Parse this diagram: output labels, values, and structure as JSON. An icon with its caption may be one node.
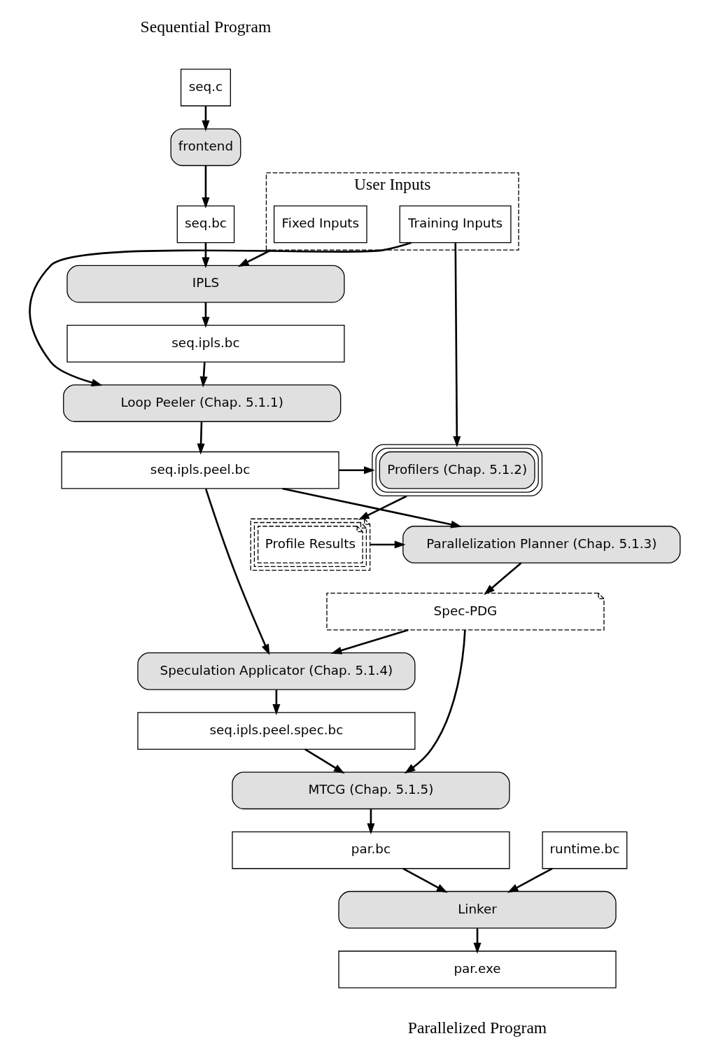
{
  "diagram": {
    "nodes": [
      {
        "text": [
          "seq.c"
        ]
      },
      {
        "text": [
          "frontend"
        ]
      },
      {
        "text": [
          "seq.bc"
        ]
      },
      {
        "text": [
          "User Inputs"
        ]
      },
      {
        "text": [
          "Fixed Inputs"
        ],
        "in": 3
      },
      {
        "text": [
          "Training Inputs"
        ],
        "in": 3
      },
      {
        "text": [
          "IPLS"
        ]
      },
      {
        "text": [
          "seq.ipls.bc"
        ]
      },
      {
        "text": [
          "Loop Peeler (Chap. 5.1.1)"
        ]
      },
      {
        "text": [
          "seq.ipls.peel.bc"
        ]
      },
      {
        "text": [
          "Profilers (Chap. 5.1.2)"
        ]
      },
      {
        "text": [
          "Parallelization Planner (Chap. 5.1.3)"
        ]
      },
      {
        "text": [
          "Profile Results"
        ]
      },
      {
        "text": [
          "Spec-PDG"
        ]
      },
      {
        "text": [
          "Speculation Applicator (Chap. 5.1.4)"
        ]
      },
      {
        "text": [
          "seq.ipls.peel.spec.bc"
        ]
      },
      {
        "text": [
          "MTCG (Chap. 5.1.5)"
        ]
      },
      {
        "text": [
          "par.bc"
        ]
      },
      {
        "text": [
          "runtime.bc"
        ]
      },
      {
        "text": [
          "Linker"
        ]
      },
      {
        "text": [
          "par.exe"
        ]
      }
    ],
    "edges": [
      {
        "from": 0,
        "to": 1,
        "arrow": "to"
      },
      {
        "from": 1,
        "to": 2,
        "arrow": "to"
      },
      {
        "from": 2,
        "to": 6,
        "arrow": "to"
      },
      {
        "from": 3,
        "to": 6,
        "arrow": "to"
      },
      {
        "from": 6,
        "to": 7,
        "arrow": "to"
      },
      {
        "from": 7,
        "to": 8,
        "arrow": "to"
      },
      {
        "from": 5,
        "to": 8,
        "arrow": "to"
      },
      {
        "from": 5,
        "to": 10,
        "arrow": "to"
      },
      {
        "from": 8,
        "to": 9,
        "arrow": "to"
      },
      {
        "from": 9,
        "to": 10,
        "arrow": "to"
      },
      {
        "from": 9,
        "to": 11,
        "arrow": "to"
      },
      {
        "from": 9,
        "to": 14,
        "arrow": "to"
      },
      {
        "from": 10,
        "to": 12,
        "arrow": "to"
      },
      {
        "from": 12,
        "to": 11,
        "arrow": "to"
      },
      {
        "from": 11,
        "to": 13,
        "arrow": "to"
      },
      {
        "from": 13,
        "to": 14,
        "arrow": "to"
      },
      {
        "from": 13,
        "to": 16,
        "arrow": "to"
      },
      {
        "from": 14,
        "to": 15,
        "arrow": "to"
      },
      {
        "from": 15,
        "to": 16,
        "arrow": "to"
      },
      {
        "from": 16,
        "to": 17,
        "arrow": "to"
      },
      {
        "from": 17,
        "to": 19,
        "arrow": "to"
      },
      {
        "from": 18,
        "to": 19,
        "arrow": "to"
      },
      {
        "from": 19,
        "to": 20,
        "arrow": "to"
      }
    ],
    "labels": [
      "Sequential Program",
      "Parallelized Program"
    ]
  }
}
